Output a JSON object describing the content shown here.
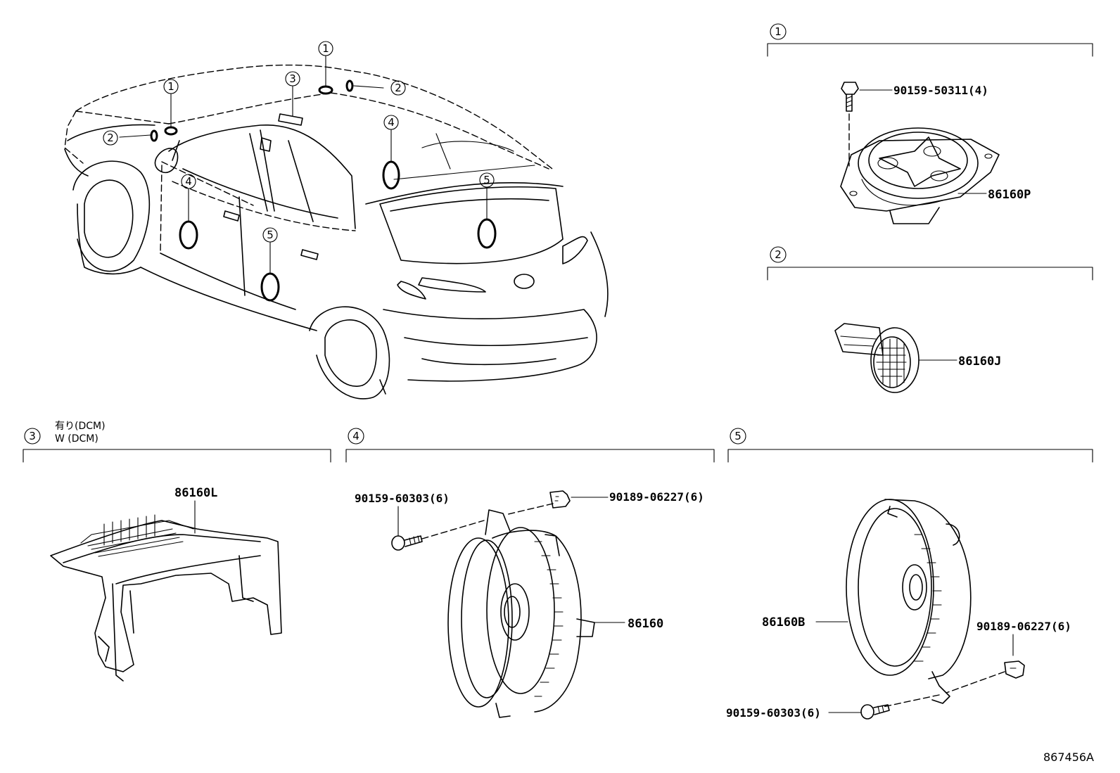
{
  "callouts": {
    "c1": "1",
    "c2": "2",
    "c3": "3",
    "c4": "4",
    "c5": "5"
  },
  "sections": {
    "s1": {
      "num": "1"
    },
    "s2": {
      "num": "2"
    },
    "s3": {
      "num": "3",
      "note_line1": "有り(DCM)",
      "note_line2": "W (DCM)"
    },
    "s4": {
      "num": "4"
    },
    "s5": {
      "num": "5"
    }
  },
  "parts": {
    "p1_bolt": "90159-50311(4)",
    "p1_speaker": "86160P",
    "p2_tweeter": "86160J",
    "p3_bracket": "86160L",
    "p4_screw": "90159-60303(6)",
    "p4_clip": "90189-06227(6)",
    "p4_speaker": "86160",
    "p5_speaker": "86160B",
    "p5_clip": "90189-06227(6)",
    "p5_screw": "90159-60303(6)"
  },
  "diagram_id": "867456A"
}
